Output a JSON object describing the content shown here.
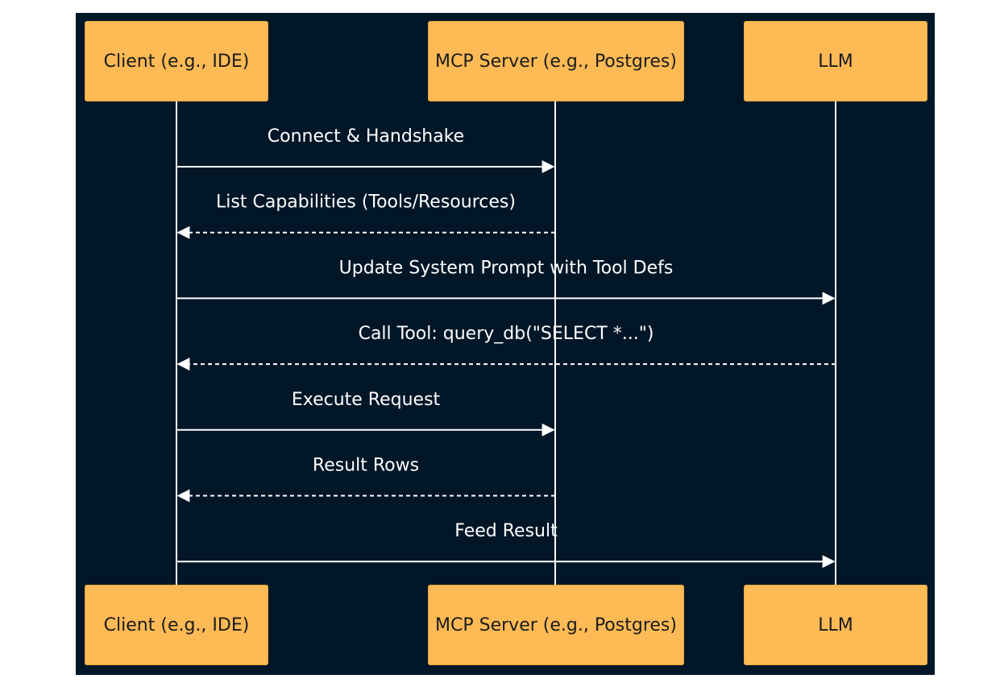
{
  "diagram": {
    "type": "sequence",
    "colors": {
      "background": "#011627",
      "actor_fill": "#fdba55",
      "actor_text": "#1b1b1b",
      "line": "#ffffff"
    },
    "participants": [
      {
        "id": "client",
        "label": "Client (e.g., IDE)"
      },
      {
        "id": "server",
        "label": "MCP Server (e.g., Postgres)"
      },
      {
        "id": "llm",
        "label": "LLM"
      }
    ],
    "messages": [
      {
        "from": "client",
        "to": "server",
        "label": "Connect & Handshake",
        "style": "solid"
      },
      {
        "from": "server",
        "to": "client",
        "label": "List Capabilities (Tools/Resources)",
        "style": "dashed"
      },
      {
        "from": "client",
        "to": "llm",
        "label": "Update System Prompt with Tool Defs",
        "style": "solid"
      },
      {
        "from": "llm",
        "to": "client",
        "label": "Call Tool: query_db(\"SELECT *...\")",
        "style": "dashed"
      },
      {
        "from": "client",
        "to": "server",
        "label": "Execute Request",
        "style": "solid"
      },
      {
        "from": "server",
        "to": "client",
        "label": "Result Rows",
        "style": "dashed"
      },
      {
        "from": "client",
        "to": "llm",
        "label": "Feed Result",
        "style": "solid"
      }
    ]
  }
}
